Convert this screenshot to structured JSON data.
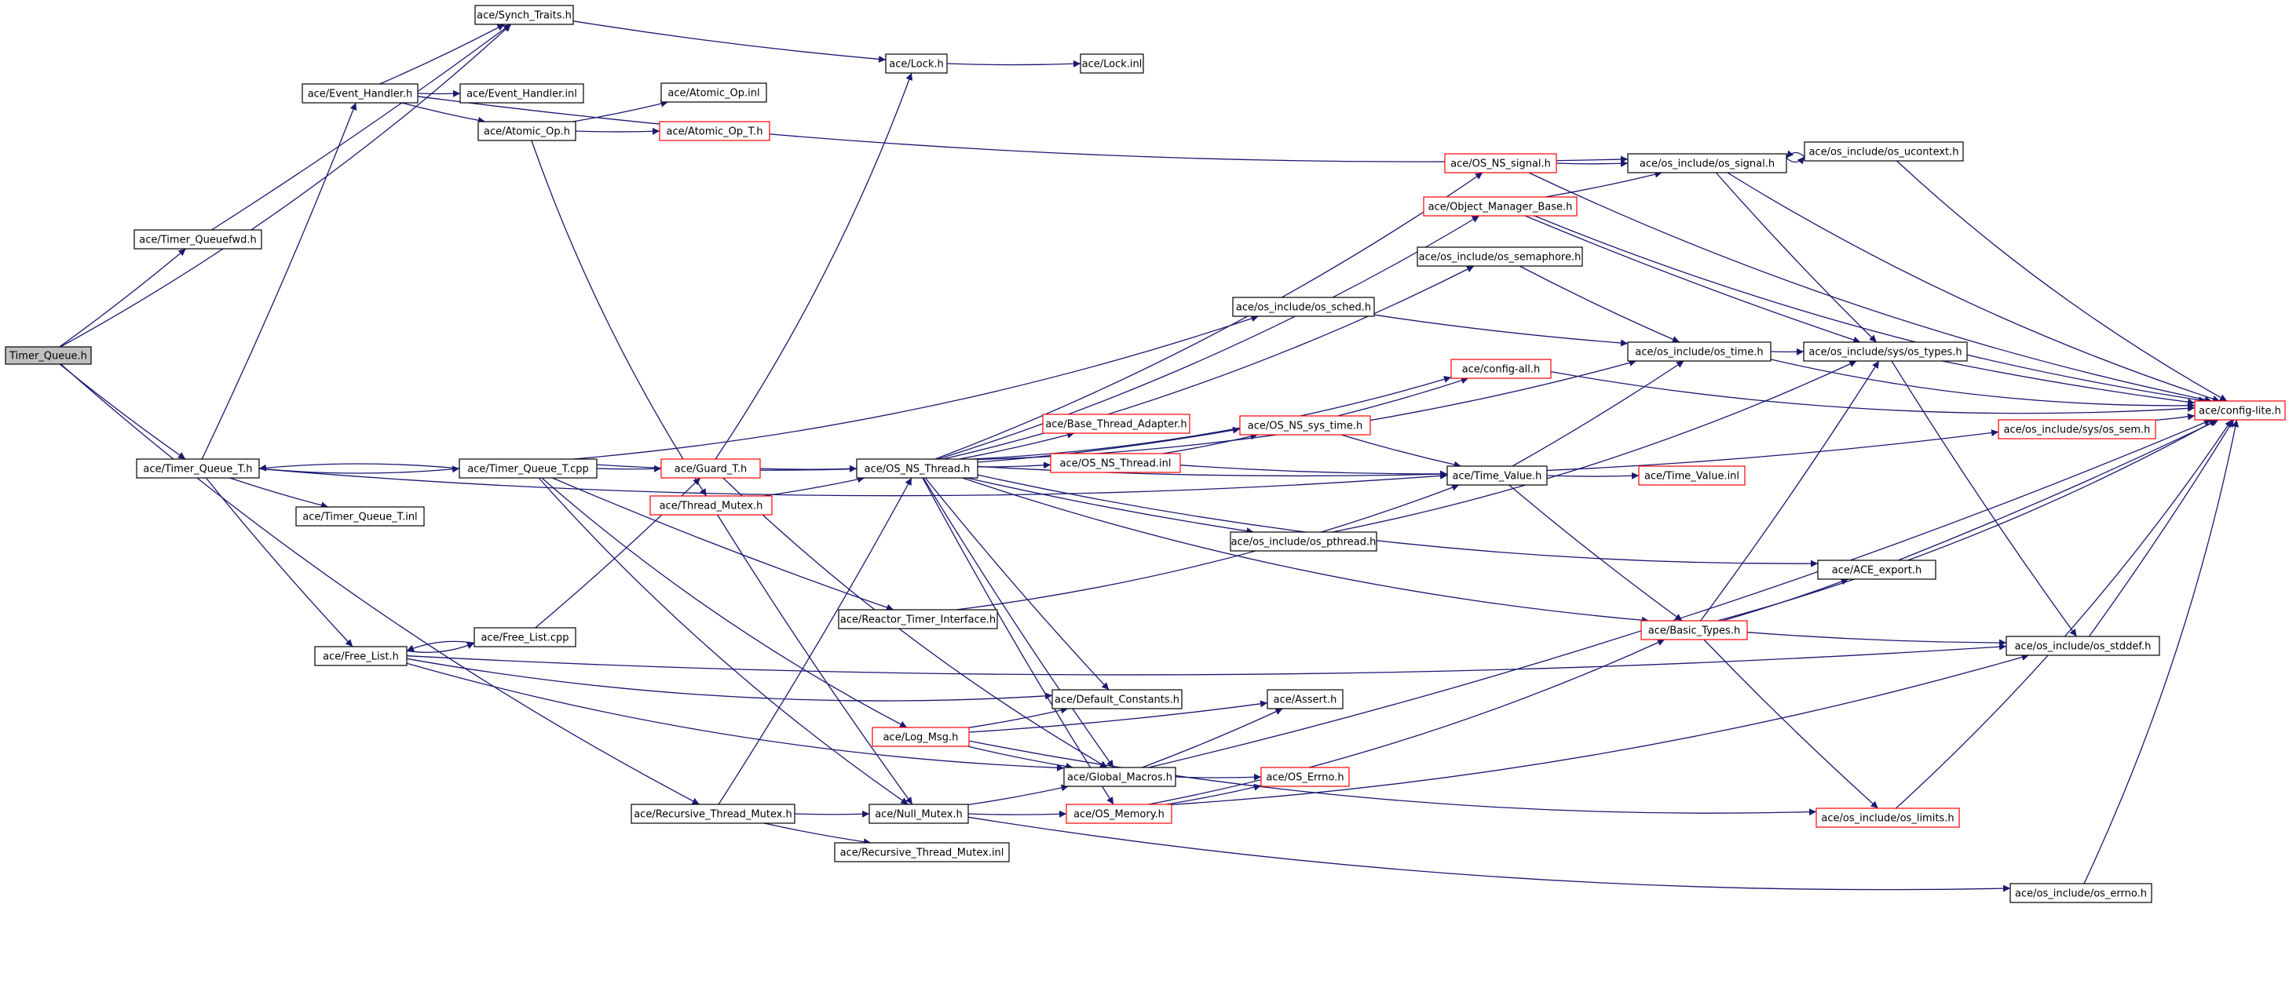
{
  "nodes": [
    {
      "id": "timer_queue_h",
      "label": "Timer_Queue.h",
      "type": "root"
    },
    {
      "id": "synch_traits_h",
      "label": "ace/Synch_Traits.h",
      "type": "normal"
    },
    {
      "id": "lock_h",
      "label": "ace/Lock.h",
      "type": "normal"
    },
    {
      "id": "lock_inl",
      "label": "ace/Lock.inl",
      "type": "normal"
    },
    {
      "id": "event_handler_h",
      "label": "ace/Event_Handler.h",
      "type": "normal"
    },
    {
      "id": "event_handler_inl",
      "label": "ace/Event_Handler.inl",
      "type": "normal"
    },
    {
      "id": "atomic_op_inl",
      "label": "ace/Atomic_Op.inl",
      "type": "normal"
    },
    {
      "id": "atomic_op_h",
      "label": "ace/Atomic_Op.h",
      "type": "normal"
    },
    {
      "id": "atomic_op_t_h",
      "label": "ace/Atomic_Op_T.h",
      "type": "truncated"
    },
    {
      "id": "os_ns_signal_h",
      "label": "ace/OS_NS_signal.h",
      "type": "truncated"
    },
    {
      "id": "os_signal_h",
      "label": "ace/os_include/os_signal.h",
      "type": "normal"
    },
    {
      "id": "os_ucontext_h",
      "label": "ace/os_include/os_ucontext.h",
      "type": "normal"
    },
    {
      "id": "object_manager_base_h",
      "label": "ace/Object_Manager_Base.h",
      "type": "truncated"
    },
    {
      "id": "timer_queuefwd_h",
      "label": "ace/Timer_Queuefwd.h",
      "type": "normal"
    },
    {
      "id": "os_semaphore_h",
      "label": "ace/os_include/os_semaphore.h",
      "type": "normal"
    },
    {
      "id": "os_sched_h",
      "label": "ace/os_include/os_sched.h",
      "type": "normal"
    },
    {
      "id": "os_time_h",
      "label": "ace/os_include/os_time.h",
      "type": "normal"
    },
    {
      "id": "sys_os_types_h",
      "label": "ace/os_include/sys/os_types.h",
      "type": "normal"
    },
    {
      "id": "config_all_h",
      "label": "ace/config-all.h",
      "type": "truncated"
    },
    {
      "id": "config_lite_h",
      "label": "ace/config-lite.h",
      "type": "truncated"
    },
    {
      "id": "base_thread_adapter_h",
      "label": "ace/Base_Thread_Adapter.h",
      "type": "truncated"
    },
    {
      "id": "os_ns_sys_time_h",
      "label": "ace/OS_NS_sys_time.h",
      "type": "truncated"
    },
    {
      "id": "sys_os_sem_h",
      "label": "ace/os_include/sys/os_sem.h",
      "type": "truncated"
    },
    {
      "id": "timer_queue_t_h",
      "label": "ace/Timer_Queue_T.h",
      "type": "normal"
    },
    {
      "id": "timer_queue_t_cpp",
      "label": "ace/Timer_Queue_T.cpp",
      "type": "normal"
    },
    {
      "id": "guard_t_h",
      "label": "ace/Guard_T.h",
      "type": "truncated"
    },
    {
      "id": "os_ns_thread_h",
      "label": "ace/OS_NS_Thread.h",
      "type": "normal"
    },
    {
      "id": "os_ns_thread_inl",
      "label": "ace/OS_NS_Thread.inl",
      "type": "truncated"
    },
    {
      "id": "time_value_h",
      "label": "ace/Time_Value.h",
      "type": "normal"
    },
    {
      "id": "time_value_inl",
      "label": "ace/Time_Value.inl",
      "type": "truncated"
    },
    {
      "id": "timer_queue_t_inl",
      "label": "ace/Timer_Queue_T.inl",
      "type": "normal"
    },
    {
      "id": "thread_mutex_h",
      "label": "ace/Thread_Mutex.h",
      "type": "truncated"
    },
    {
      "id": "os_pthread_h",
      "label": "ace/os_include/os_pthread.h",
      "type": "normal"
    },
    {
      "id": "ace_export_h",
      "label": "ace/ACE_export.h",
      "type": "normal"
    },
    {
      "id": "reactor_timer_interface_h",
      "label": "ace/Reactor_Timer_Interface.h",
      "type": "normal"
    },
    {
      "id": "basic_types_h",
      "label": "ace/Basic_Types.h",
      "type": "truncated"
    },
    {
      "id": "free_list_cpp",
      "label": "ace/Free_List.cpp",
      "type": "normal"
    },
    {
      "id": "os_stddef_h",
      "label": "ace/os_include/os_stddef.h",
      "type": "normal"
    },
    {
      "id": "free_list_h",
      "label": "ace/Free_List.h",
      "type": "normal"
    },
    {
      "id": "default_constants_h",
      "label": "ace/Default_Constants.h",
      "type": "normal"
    },
    {
      "id": "assert_h",
      "label": "ace/Assert.h",
      "type": "normal"
    },
    {
      "id": "log_msg_h",
      "label": "ace/Log_Msg.h",
      "type": "truncated"
    },
    {
      "id": "global_macros_h",
      "label": "ace/Global_Macros.h",
      "type": "normal"
    },
    {
      "id": "os_errno_h",
      "label": "ace/OS_Errno.h",
      "type": "truncated"
    },
    {
      "id": "recursive_thread_mutex_h",
      "label": "ace/Recursive_Thread_Mutex.h",
      "type": "normal"
    },
    {
      "id": "null_mutex_h",
      "label": "ace/Null_Mutex.h",
      "type": "normal"
    },
    {
      "id": "os_memory_h",
      "label": "ace/OS_Memory.h",
      "type": "truncated"
    },
    {
      "id": "os_limits_h",
      "label": "ace/os_include/os_limits.h",
      "type": "truncated"
    },
    {
      "id": "recursive_thread_mutex_inl",
      "label": "ace/Recursive_Thread_Mutex.inl",
      "type": "normal"
    },
    {
      "id": "os_errno_inc_h",
      "label": "ace/os_include/os_errno.h",
      "type": "normal"
    }
  ],
  "edges": [
    [
      "timer_queue_h",
      "synch_traits_h"
    ],
    [
      "timer_queue_h",
      "timer_queuefwd_h"
    ],
    [
      "timer_queue_h",
      "timer_queue_t_h"
    ],
    [
      "timer_queue_h",
      "recursive_thread_mutex_h"
    ],
    [
      "timer_queuefwd_h",
      "synch_traits_h"
    ],
    [
      "event_handler_h",
      "synch_traits_h"
    ],
    [
      "event_handler_h",
      "event_handler_inl"
    ],
    [
      "event_handler_h",
      "atomic_op_h"
    ],
    [
      "event_handler_h",
      "os_signal_h"
    ],
    [
      "synch_traits_h",
      "lock_h"
    ],
    [
      "lock_h",
      "lock_inl"
    ],
    [
      "atomic_op_h",
      "atomic_op_inl"
    ],
    [
      "atomic_op_h",
      "atomic_op_t_h"
    ],
    [
      "atomic_op_h",
      "thread_mutex_h"
    ],
    [
      "timer_queue_t_h",
      "event_handler_h"
    ],
    [
      "timer_queue_t_h",
      "timer_queue_t_cpp"
    ],
    [
      "timer_queue_t_h",
      "timer_queue_t_inl"
    ],
    [
      "timer_queue_t_h",
      "free_list_h"
    ],
    [
      "timer_queue_t_h",
      "time_value_h"
    ],
    [
      "timer_queue_t_cpp",
      "timer_queue_t_h"
    ],
    [
      "timer_queue_t_cpp",
      "guard_t_h"
    ],
    [
      "timer_queue_t_cpp",
      "os_ns_sys_time_h"
    ],
    [
      "timer_queue_t_cpp",
      "os_sched_h"
    ],
    [
      "timer_queue_t_cpp",
      "reactor_timer_interface_h"
    ],
    [
      "timer_queue_t_cpp",
      "log_msg_h"
    ],
    [
      "timer_queue_t_cpp",
      "null_mutex_h"
    ],
    [
      "guard_t_h",
      "lock_h"
    ],
    [
      "guard_t_h",
      "os_ns_thread_h"
    ],
    [
      "guard_t_h",
      "global_macros_h"
    ],
    [
      "thread_mutex_h",
      "os_ns_thread_h"
    ],
    [
      "thread_mutex_h",
      "null_mutex_h"
    ],
    [
      "os_ns_thread_h",
      "os_ns_signal_h"
    ],
    [
      "os_ns_thread_h",
      "object_manager_base_h"
    ],
    [
      "os_ns_thread_h",
      "os_semaphore_h"
    ],
    [
      "os_ns_thread_h",
      "config_all_h"
    ],
    [
      "os_ns_thread_h",
      "base_thread_adapter_h"
    ],
    [
      "os_ns_thread_h",
      "os_ns_thread_inl"
    ],
    [
      "os_ns_thread_h",
      "os_pthread_h"
    ],
    [
      "os_ns_thread_h",
      "ace_export_h"
    ],
    [
      "os_ns_thread_h",
      "basic_types_h"
    ],
    [
      "os_ns_thread_h",
      "default_constants_h"
    ],
    [
      "os_ns_thread_h",
      "global_macros_h"
    ],
    [
      "os_ns_thread_h",
      "os_memory_h"
    ],
    [
      "os_ns_thread_h",
      "sys_os_sem_h"
    ],
    [
      "os_ns_thread_h",
      "os_time_h"
    ],
    [
      "os_ns_signal_h",
      "os_signal_h"
    ],
    [
      "os_ns_signal_h",
      "config_lite_h"
    ],
    [
      "os_signal_h",
      "os_ucontext_h"
    ],
    [
      "os_signal_h",
      "sys_os_types_h"
    ],
    [
      "os_signal_h",
      "config_lite_h"
    ],
    [
      "os_ucontext_h",
      "os_signal_h"
    ],
    [
      "os_ucontext_h",
      "config_lite_h"
    ],
    [
      "object_manager_base_h",
      "os_signal_h"
    ],
    [
      "object_manager_base_h",
      "config_lite_h"
    ],
    [
      "object_manager_base_h",
      "sys_os_types_h"
    ],
    [
      "os_semaphore_h",
      "os_time_h"
    ],
    [
      "os_sched_h",
      "os_time_h"
    ],
    [
      "os_time_h",
      "sys_os_types_h"
    ],
    [
      "os_time_h",
      "config_lite_h"
    ],
    [
      "sys_os_types_h",
      "config_lite_h"
    ],
    [
      "sys_os_types_h",
      "os_stddef_h"
    ],
    [
      "config_all_h",
      "config_lite_h"
    ],
    [
      "os_ns_sys_time_h",
      "config_all_h"
    ],
    [
      "os_ns_sys_time_h",
      "time_value_h"
    ],
    [
      "os_ns_thread_inl",
      "time_value_h"
    ],
    [
      "os_ns_thread_inl",
      "os_ns_sys_time_h"
    ],
    [
      "time_value_h",
      "time_value_inl"
    ],
    [
      "time_value_h",
      "os_time_h"
    ],
    [
      "time_value_h",
      "basic_types_h"
    ],
    [
      "sys_os_sem_h",
      "config_lite_h"
    ],
    [
      "os_pthread_h",
      "sys_os_types_h"
    ],
    [
      "ace_export_h",
      "config_lite_h"
    ],
    [
      "reactor_timer_interface_h",
      "time_value_h"
    ],
    [
      "basic_types_h",
      "ace_export_h"
    ],
    [
      "basic_types_h",
      "sys_os_types_h"
    ],
    [
      "basic_types_h",
      "os_stddef_h"
    ],
    [
      "basic_types_h",
      "os_limits_h"
    ],
    [
      "basic_types_h",
      "config_lite_h"
    ],
    [
      "os_stddef_h",
      "config_lite_h"
    ],
    [
      "free_list_cpp",
      "free_list_h"
    ],
    [
      "free_list_cpp",
      "guard_t_h"
    ],
    [
      "free_list_h",
      "free_list_cpp"
    ],
    [
      "free_list_h",
      "default_constants_h"
    ],
    [
      "free_list_h",
      "global_macros_h"
    ],
    [
      "free_list_h",
      "os_stddef_h"
    ],
    [
      "log_msg_h",
      "default_constants_h"
    ],
    [
      "log_msg_h",
      "assert_h"
    ],
    [
      "log_msg_h",
      "global_macros_h"
    ],
    [
      "log_msg_h",
      "os_limits_h"
    ],
    [
      "global_macros_h",
      "assert_h"
    ],
    [
      "global_macros_h",
      "os_errno_h"
    ],
    [
      "global_macros_h",
      "config_lite_h"
    ],
    [
      "recursive_thread_mutex_h",
      "null_mutex_h"
    ],
    [
      "recursive_thread_mutex_h",
      "recursive_thread_mutex_inl"
    ],
    [
      "recursive_thread_mutex_h",
      "os_ns_thread_h"
    ],
    [
      "null_mutex_h",
      "global_macros_h"
    ],
    [
      "null_mutex_h",
      "os_memory_h"
    ],
    [
      "null_mutex_h",
      "os_errno_inc_h"
    ],
    [
      "os_memory_h",
      "os_errno_h"
    ],
    [
      "os_memory_h",
      "basic_types_h"
    ],
    [
      "os_memory_h",
      "os_stddef_h"
    ],
    [
      "os_limits_h",
      "config_lite_h"
    ],
    [
      "os_errno_inc_h",
      "config_lite_h"
    ]
  ]
}
